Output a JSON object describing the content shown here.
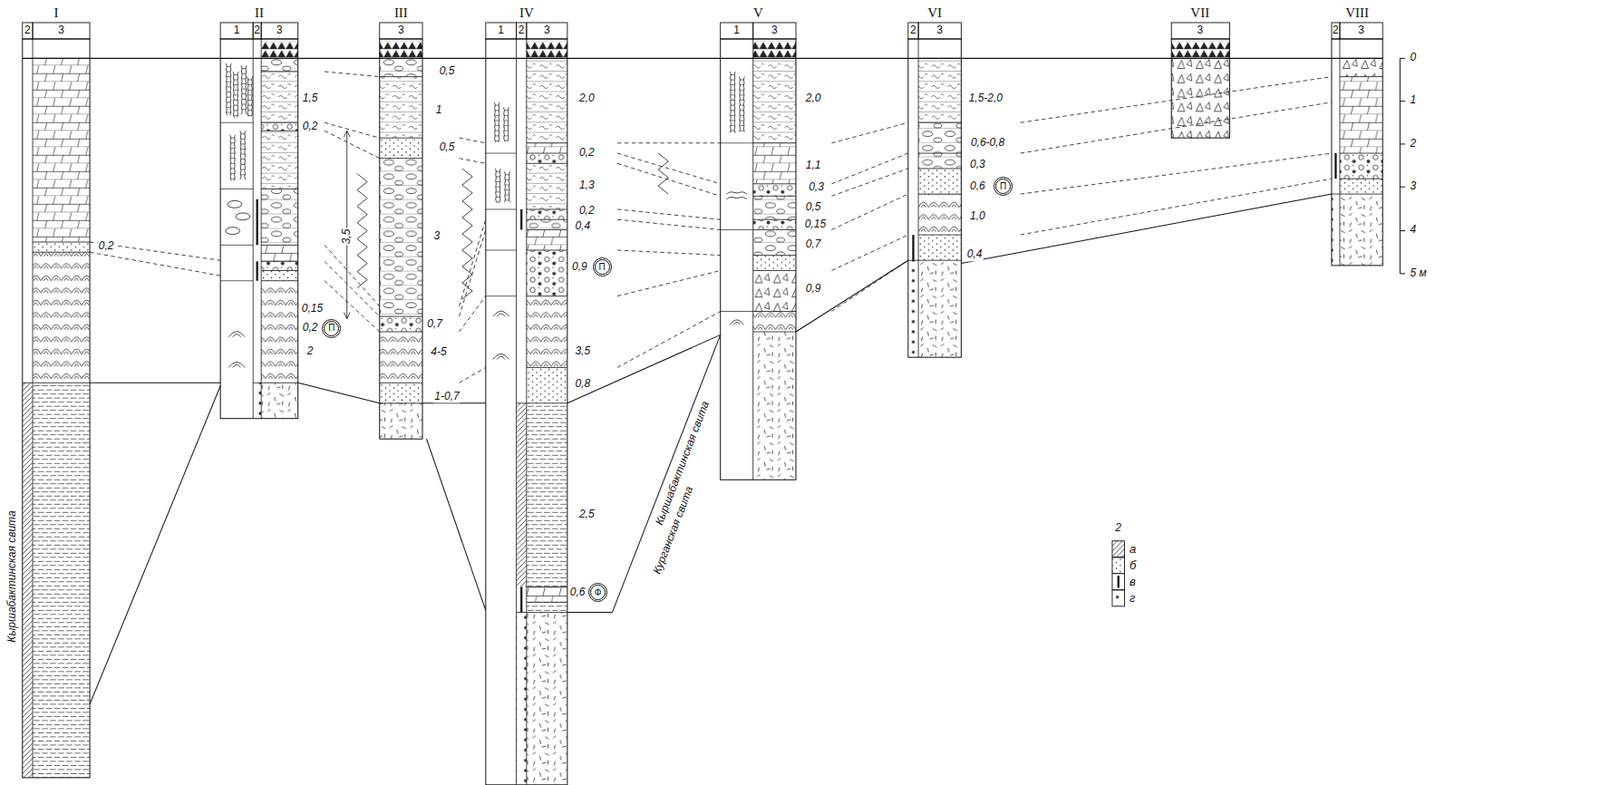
{
  "diagram": {
    "nodes": [
      {
        "text": [
          "П"
        ]
      },
      {
        "text": [
          "П"
        ]
      },
      {
        "text": [
          "Ф"
        ]
      },
      {
        "text": [
          "П"
        ]
      }
    ],
    "labels": [
      "I",
      "II",
      "III",
      "IV",
      "V",
      "VI",
      "VII",
      "VIII",
      "2",
      "3",
      "1",
      "2",
      "3",
      "3",
      "1",
      "2",
      "3",
      "1",
      "3",
      "2",
      "3",
      "3",
      "2",
      "3",
      "0,2",
      "1,5",
      "0,2",
      "3,5",
      "0,15",
      "0,2",
      "2",
      "0,5",
      "1",
      "0,5",
      "3",
      "0,7",
      "4-5",
      "1-0,7",
      "2,0",
      "0,2",
      "1,3",
      "0,2",
      "0,4",
      "0,9",
      "3,5",
      "0,8",
      "2,5",
      "0,6",
      "2,0",
      "1,1",
      "0,3",
      "0,5",
      "0,15",
      "0,7",
      "0,9",
      "1,5-2,0",
      "0,6-0,8",
      "0,3",
      "0,6",
      "1,0",
      "0,4",
      "Кыршабактинская свита",
      "Кыршабактинская свита",
      "Курганская свита",
      "0",
      "1",
      "2",
      "3",
      "4",
      "5 м",
      "2"
    ],
    "legend": [
      {
        "text": "а"
      },
      {
        "text": "б"
      },
      {
        "text": "в"
      },
      {
        "text": "г"
      }
    ]
  }
}
